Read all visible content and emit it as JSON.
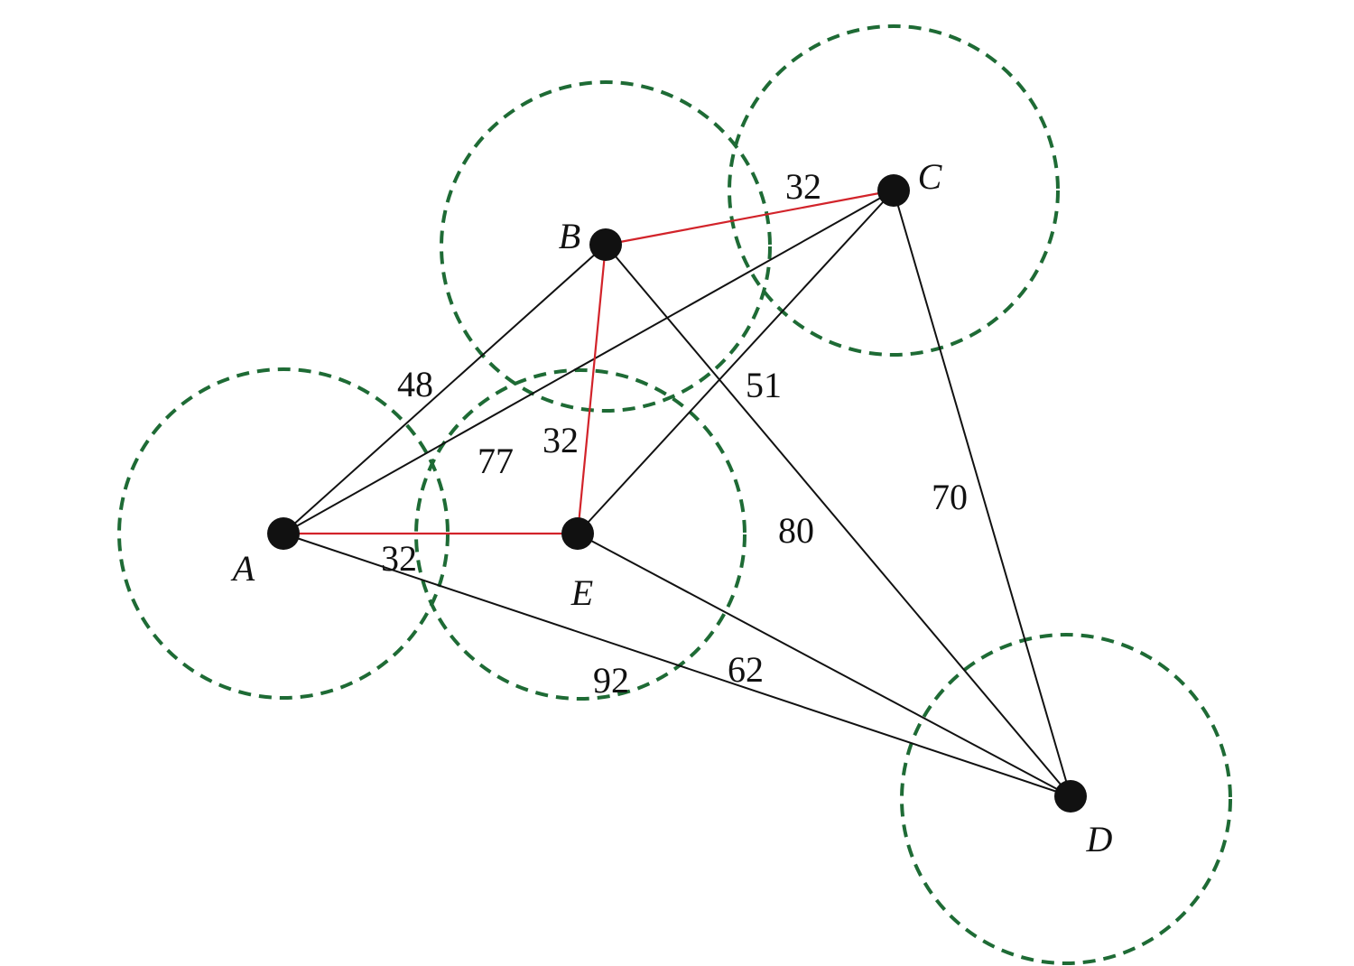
{
  "colors": {
    "range_circle": "#1e6b35",
    "edge": "#111111",
    "highlighted_edge": "#d2232a",
    "node": "#111111"
  },
  "nodes": [
    {
      "id": "A",
      "label": "A"
    },
    {
      "id": "B",
      "label": "B"
    },
    {
      "id": "C",
      "label": "C"
    },
    {
      "id": "D",
      "label": "D"
    },
    {
      "id": "E",
      "label": "E"
    }
  ],
  "edges": [
    {
      "from": "A",
      "to": "B",
      "weight": "48",
      "highlighted": false
    },
    {
      "from": "A",
      "to": "C",
      "weight": "77",
      "highlighted": false
    },
    {
      "from": "A",
      "to": "E",
      "weight": "32",
      "highlighted": true
    },
    {
      "from": "A",
      "to": "D",
      "weight": "92",
      "highlighted": false
    },
    {
      "from": "B",
      "to": "C",
      "weight": "32",
      "highlighted": true
    },
    {
      "from": "B",
      "to": "E",
      "weight": "32",
      "highlighted": true
    },
    {
      "from": "B",
      "to": "D",
      "weight": "80",
      "highlighted": false
    },
    {
      "from": "C",
      "to": "E",
      "weight": "51",
      "highlighted": false
    },
    {
      "from": "C",
      "to": "D",
      "weight": "70",
      "highlighted": false
    },
    {
      "from": "E",
      "to": "D",
      "weight": "62",
      "highlighted": false
    }
  ]
}
